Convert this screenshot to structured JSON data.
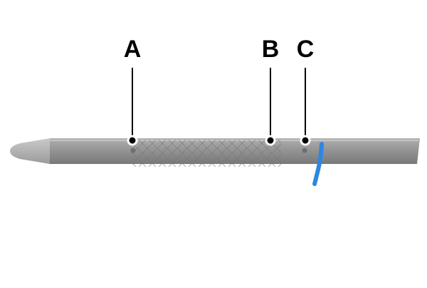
{
  "callouts": [
    {
      "label": "A"
    },
    {
      "label": "B"
    },
    {
      "label": "C"
    }
  ],
  "colors": {
    "pencil_body": "#8f8f8f",
    "grip_pattern": "#7a7a7a",
    "callout_line": "#000000",
    "ink_stroke": "#2e86e0"
  }
}
